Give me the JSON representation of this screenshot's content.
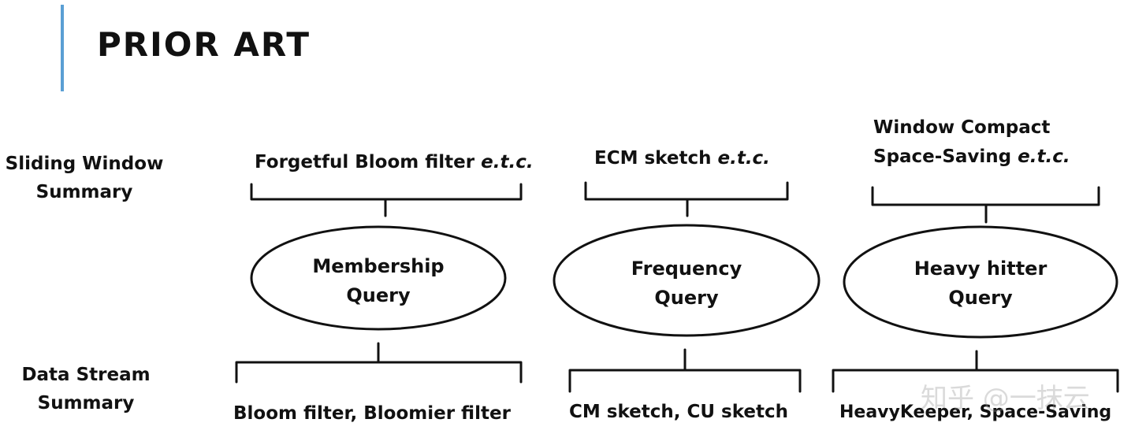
{
  "colors": {
    "accent": "#5a9fd4",
    "ink": "#111111"
  },
  "title": "PRIOR ART",
  "row_labels": {
    "sliding_window": [
      "Sliding Window",
      "Summary"
    ],
    "data_stream": [
      "Data Stream",
      "Summary"
    ]
  },
  "columns": [
    {
      "query": [
        "Membership",
        "Query"
      ],
      "sliding_window": {
        "lines": [
          "Forgetful Bloom filter"
        ],
        "etc": "e.t.c."
      },
      "data_stream": "Bloom filter, Bloomier filter"
    },
    {
      "query": [
        "Frequency",
        "Query"
      ],
      "sliding_window": {
        "lines": [
          "ECM sketch"
        ],
        "etc": "e.t.c."
      },
      "data_stream": "CM sketch, CU sketch"
    },
    {
      "query": [
        "Heavy hitter",
        "Query"
      ],
      "sliding_window": {
        "lines": [
          "Window Compact",
          "Space-Saving"
        ],
        "etc": "e.t.c."
      },
      "data_stream": "HeavyKeeper, Space-Saving"
    }
  ],
  "watermark": "知乎 @一抹云"
}
